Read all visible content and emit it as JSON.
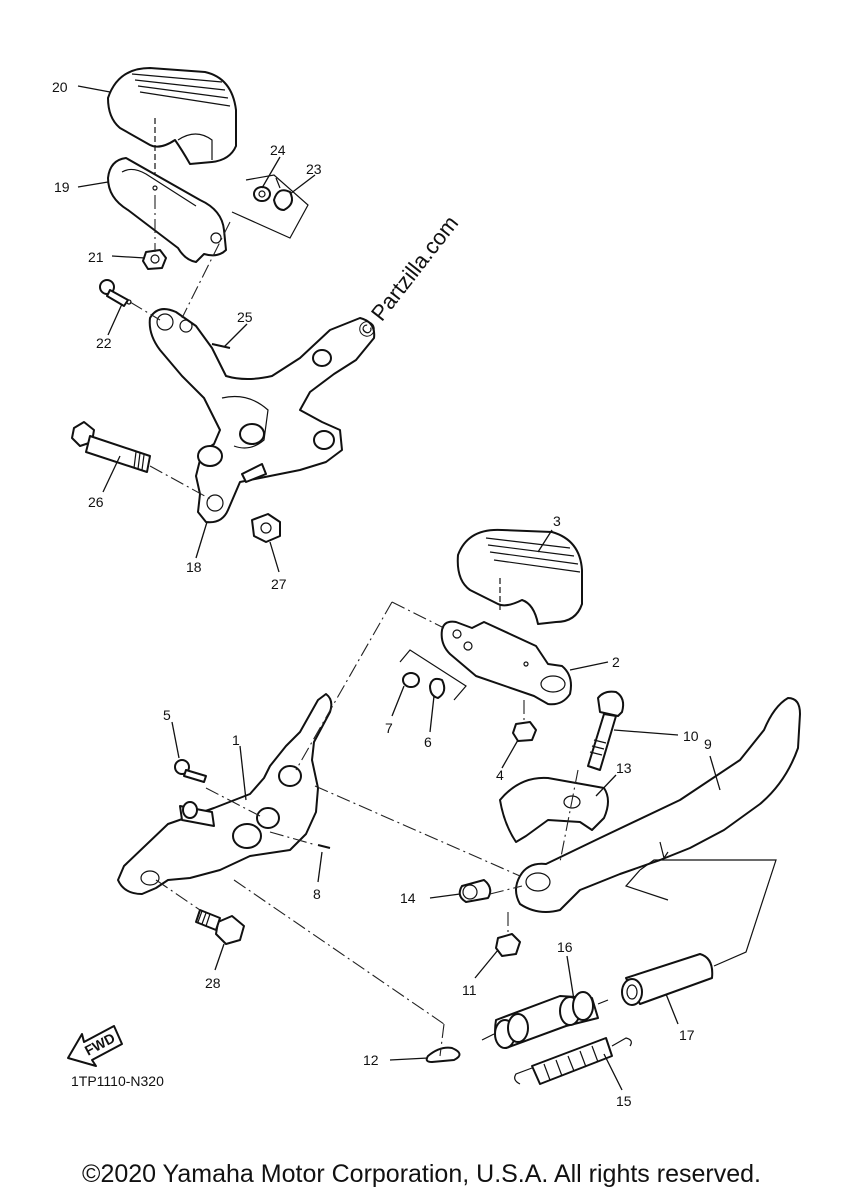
{
  "watermark": "© Partzilla.com",
  "fwd_label": "FWD",
  "diagram_code": "1TP1110-N320",
  "copyright": "©2020 Yamaha Motor Corporation, U.S.A. All rights reserved.",
  "callouts": {
    "c1": "1",
    "c2": "2",
    "c3": "3",
    "c4": "4",
    "c5": "5",
    "c6": "6",
    "c7": "7",
    "c8": "8",
    "c9": "9",
    "c10": "10",
    "c11": "11",
    "c12": "12",
    "c13": "13",
    "c14": "14",
    "c15": "15",
    "c16": "16",
    "c17": "17",
    "c18": "18",
    "c19": "19",
    "c20": "20",
    "c21": "21",
    "c22": "22",
    "c23": "23",
    "c24": "24",
    "c25": "25",
    "c26": "26",
    "c27": "27",
    "c28": "28"
  }
}
